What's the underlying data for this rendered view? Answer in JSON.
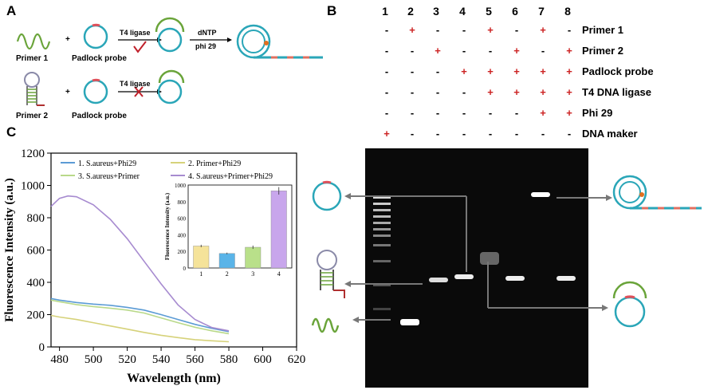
{
  "panels": {
    "a": "A",
    "b": "B",
    "c": "C"
  },
  "scheme": {
    "primer1": "Primer 1",
    "primer2": "Primer 2",
    "padlock1": "Padlock probe",
    "padlock2": "Padlock probe",
    "plus1": "+",
    "plus2": "+",
    "ligase1": "T4 ligase",
    "ligase2": "T4 ligase",
    "dntp": "dNTP",
    "phi29": "phi 29"
  },
  "gel_table": {
    "lanes": [
      "1",
      "2",
      "3",
      "4",
      "5",
      "6",
      "7",
      "8"
    ],
    "rows": [
      {
        "label": "Primer 1",
        "signs": [
          "-",
          "+",
          "-",
          "-",
          "+",
          "-",
          "+",
          "-"
        ]
      },
      {
        "label": "Primer 2",
        "signs": [
          "-",
          "-",
          "+",
          "-",
          "-",
          "+",
          "-",
          "+"
        ]
      },
      {
        "label": "Padlock probe",
        "signs": [
          "-",
          "-",
          "-",
          "+",
          "+",
          "+",
          "+",
          "+"
        ]
      },
      {
        "label": "T4 DNA ligase",
        "signs": [
          "-",
          "-",
          "-",
          "-",
          "+",
          "+",
          "+",
          "+"
        ]
      },
      {
        "label": "Phi 29",
        "signs": [
          "-",
          "-",
          "-",
          "-",
          "-",
          "-",
          "+",
          "+"
        ]
      },
      {
        "label": "DNA maker",
        "signs": [
          "+",
          "-",
          "-",
          "-",
          "-",
          "-",
          "-",
          "-"
        ]
      }
    ],
    "colors": {
      "plus": "#cc2222",
      "minus": "#000000"
    }
  },
  "chart_data": [
    {
      "type": "line",
      "xlabel": "Wavelength (nm)",
      "ylabel": "Fluorescence Intensity (a.u.)",
      "xlim": [
        475,
        620
      ],
      "ylim": [
        0,
        1200
      ],
      "xticks": [
        480,
        500,
        520,
        540,
        560,
        580,
        600,
        620
      ],
      "yticks": [
        0,
        200,
        400,
        600,
        800,
        1000,
        1200
      ],
      "legend_position": "top",
      "series": [
        {
          "name": "1. S.aureus+Phi29",
          "color": "#5b9bd5",
          "x": [
            475,
            480,
            490,
            500,
            510,
            520,
            530,
            540,
            550,
            560,
            570,
            580
          ],
          "y": [
            300,
            290,
            275,
            265,
            258,
            245,
            228,
            200,
            170,
            140,
            115,
            95
          ]
        },
        {
          "name": "2. Primer+Phi29",
          "color": "#d6d27a",
          "x": [
            475,
            480,
            490,
            500,
            510,
            520,
            530,
            540,
            550,
            560,
            570,
            580
          ],
          "y": [
            195,
            185,
            170,
            150,
            130,
            110,
            90,
            72,
            58,
            45,
            38,
            32
          ]
        },
        {
          "name": "3. S.aureus+Primer",
          "color": "#b9d98a",
          "x": [
            475,
            480,
            490,
            500,
            510,
            520,
            530,
            540,
            550,
            560,
            570,
            580
          ],
          "y": [
            290,
            280,
            262,
            250,
            240,
            228,
            210,
            180,
            150,
            122,
            100,
            82
          ]
        },
        {
          "name": "4. S.aureus+Primer+Phi29",
          "color": "#a78bd0",
          "x": [
            475,
            480,
            485,
            490,
            500,
            510,
            520,
            530,
            540,
            550,
            560,
            570,
            580
          ],
          "y": [
            870,
            920,
            935,
            930,
            880,
            790,
            670,
            530,
            390,
            260,
            170,
            120,
            100
          ]
        }
      ]
    },
    {
      "type": "bar",
      "ylabel": "Fluorescence Intensity (a.u.)",
      "categories": [
        "1",
        "2",
        "3",
        "4"
      ],
      "values": [
        265,
        175,
        250,
        930
      ],
      "errors": [
        15,
        10,
        20,
        45
      ],
      "colors": [
        "#f5e39a",
        "#5ab4e8",
        "#b9e08a",
        "#c8a6ec"
      ],
      "ylim": [
        0,
        1000
      ],
      "yticks": [
        0,
        200,
        400,
        600,
        800,
        1000
      ]
    }
  ]
}
